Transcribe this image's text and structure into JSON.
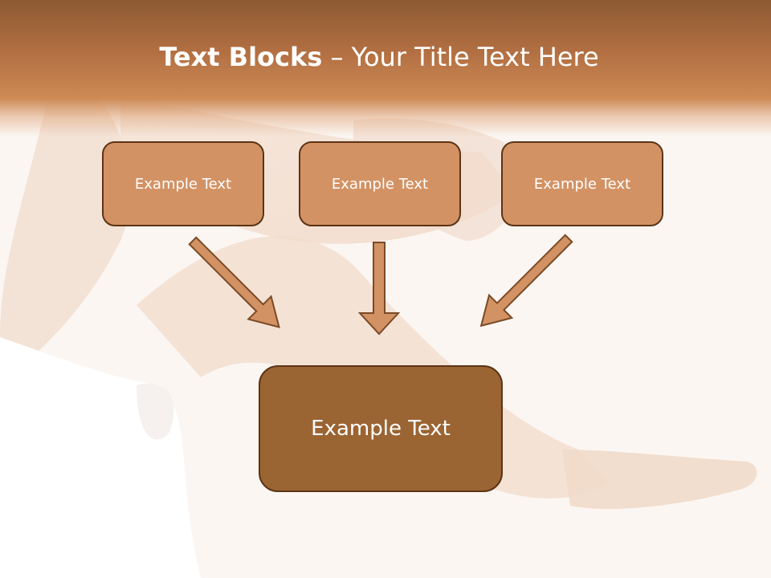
{
  "title": {
    "bold": "Text Blocks",
    "separator": " – ",
    "rest": "Your Title Text Here"
  },
  "blocks": [
    {
      "label": "Example Text"
    },
    {
      "label": "Example Text"
    },
    {
      "label": "Example Text"
    }
  ],
  "result_block": {
    "label": "Example Text"
  },
  "colors": {
    "header": "#b26f42",
    "small_box": "#d39264",
    "large_box": "#9b6433",
    "border": "#5b3416",
    "arrow_fill": "#d39264"
  }
}
